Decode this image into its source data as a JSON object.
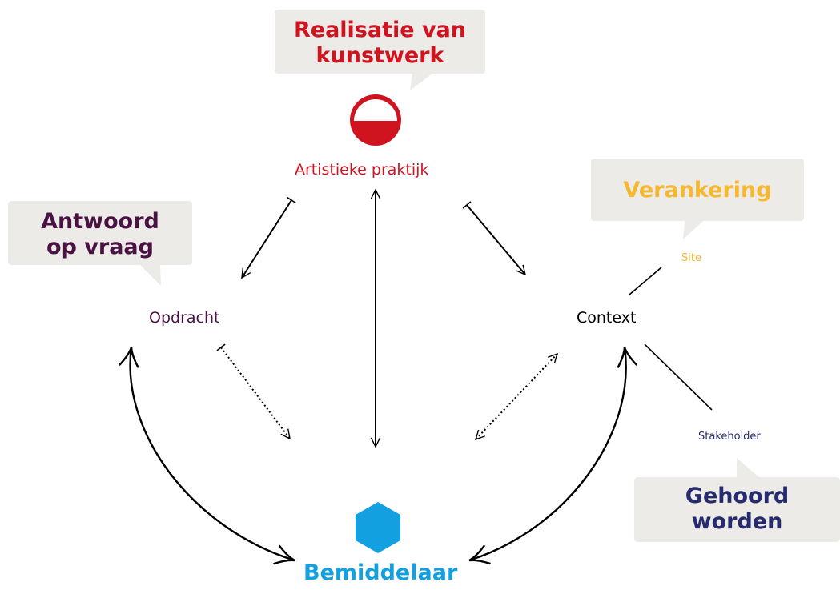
{
  "callouts": {
    "realisatie": "Realisatie van\nkunstwerk",
    "antwoord": "Antwoord\nop vraag",
    "verankering": "Verankering",
    "gehoord": "Gehoord\nworden"
  },
  "nodes": {
    "artistieke": "Artistieke praktijk",
    "opdracht": "Opdracht",
    "context": "Context",
    "site": "Site",
    "stakeholder": "Stakeholder",
    "bemiddelaar": "Bemiddelaar"
  },
  "colors": {
    "red": "#cf1420",
    "purple": "#4a1143",
    "yellow": "#f6b731",
    "navy": "#262a6e",
    "blue": "#12a0e0",
    "callout_bg": "#ecebe7"
  },
  "icons": {
    "artistieke": "half-filled-circle-icon",
    "bemiddelaar": "hexagon-icon"
  }
}
